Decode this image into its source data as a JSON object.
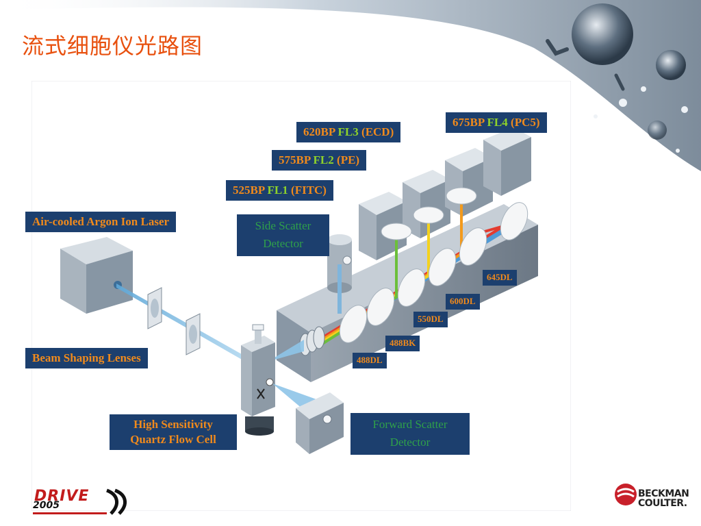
{
  "slide": {
    "title": "流式细胞仪光路图"
  },
  "labels": {
    "laser": "Air-cooled Argon Ion Laser",
    "lenses": "Beam Shaping Lenses",
    "flow_cell_line1": "High Sensitivity",
    "flow_cell_line2": "Quartz Flow Cell",
    "side_scatter_line1": "Side Scatter",
    "side_scatter_line2": "Detector",
    "forward_scatter_line1": "Forward Scatter",
    "forward_scatter_line2": "Detector"
  },
  "channels": [
    {
      "filter": "525BP",
      "name": "FL1",
      "dye": "(FITC)"
    },
    {
      "filter": "575BP",
      "name": "FL2",
      "dye": "(PE)"
    },
    {
      "filter": "620BP",
      "name": "FL3",
      "dye": "(ECD)"
    },
    {
      "filter": "675BP",
      "name": "FL4",
      "dye": "(PC5)"
    }
  ],
  "mirrors": [
    "645DL",
    "600DL",
    "550DL",
    "488BK",
    "488DL"
  ],
  "logos": {
    "drive_text": "DRIVE",
    "drive_year": "2005",
    "company_line1": "BECKMAN",
    "company_line2": "COULTER."
  },
  "colors": {
    "title": "#e8500e",
    "label_bg": "#1c3f6e",
    "label_text": "#f08a1c",
    "channel_name": "#8fd22a",
    "detector_text": "#2fa04a"
  }
}
